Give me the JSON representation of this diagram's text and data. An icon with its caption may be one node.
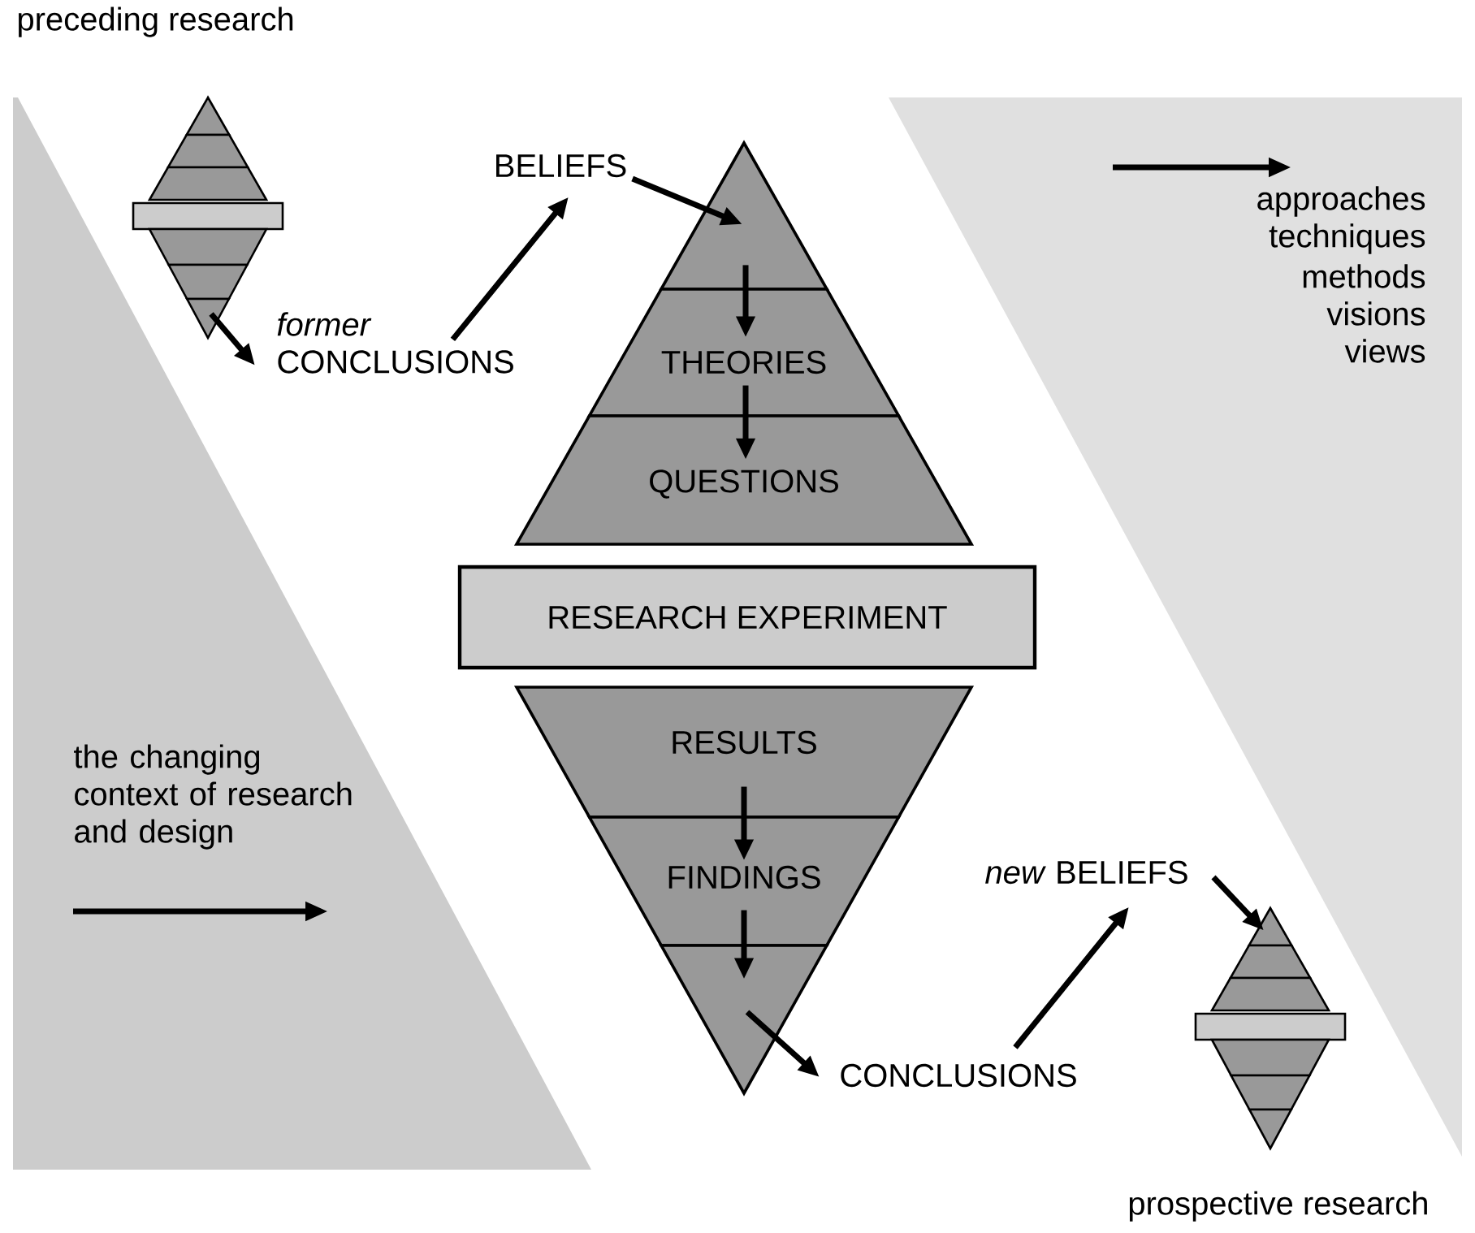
{
  "diagram": {
    "nodes": [
      {
        "text": [],
        "shape": "diamond",
        "beside": [
          "preceding research"
        ]
      },
      {
        "text": [
          "*former* CONCLUSIONS"
        ]
      },
      {
        "text": [
          "BELIEFS"
        ]
      },
      {
        "text": [],
        "shape": "triangle"
      },
      {
        "text": [
          "THEORIES"
        ]
      },
      {
        "text": [
          "QUESTIONS"
        ]
      },
      {
        "text": [
          "RESEARCH EXPERIMENT"
        ]
      },
      {
        "text": [
          "RESULTS"
        ]
      },
      {
        "text": [
          "FINDINGS"
        ]
      },
      {
        "text": [],
        "shape": "triangle"
      },
      {
        "text": [
          "CONCLUSIONS"
        ]
      },
      {
        "text": [
          "*new* BELIEFS"
        ]
      },
      {
        "text": [],
        "shape": "diamond",
        "beside": [
          "prospective research"
        ]
      }
    ],
    "edges": [
      {
        "from": 0,
        "to": 1,
        "arrow": "to"
      },
      {
        "from": 1,
        "to": 2,
        "arrow": "to"
      },
      {
        "from": 2,
        "to": 3,
        "arrow": "to"
      },
      {
        "from": 3,
        "to": 4,
        "arrow": "to"
      },
      {
        "from": 4,
        "to": 5,
        "arrow": "to"
      },
      {
        "from": 7,
        "to": 8,
        "arrow": "to"
      },
      {
        "from": 8,
        "to": 9,
        "arrow": "to"
      },
      {
        "from": 9,
        "to": 10,
        "arrow": "to"
      },
      {
        "from": 10,
        "to": 11,
        "arrow": "to"
      },
      {
        "from": 11,
        "to": 12,
        "arrow": "to"
      }
    ],
    "labels": [
      "approaches",
      "techniques",
      "methods",
      "visions",
      "views",
      "the changing context of research and design"
    ]
  }
}
